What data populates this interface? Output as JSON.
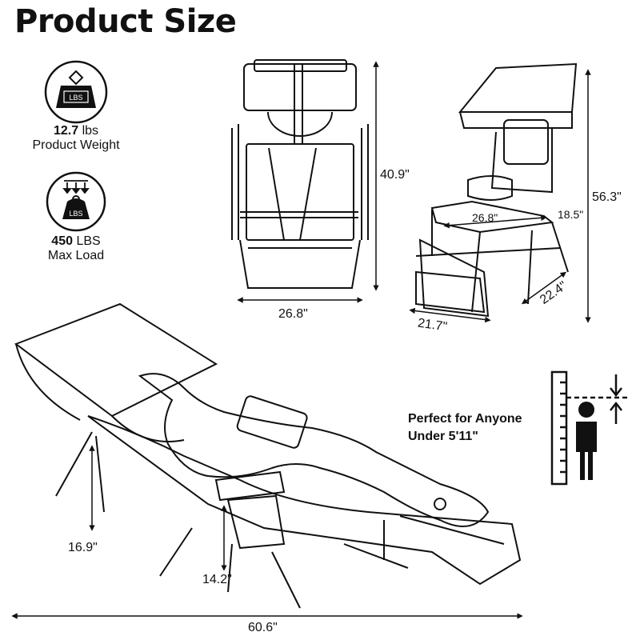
{
  "title": "Product Size",
  "specs": {
    "weight": {
      "value": "12.7",
      "unit": "lbs",
      "label": "Product Weight",
      "icon_text": "LBS"
    },
    "load": {
      "value": "450",
      "unit": "LBS",
      "label": "Max Load",
      "icon_text": "LBS"
    }
  },
  "front_view": {
    "height": "40.9\"",
    "width": "26.8\""
  },
  "angled_view": {
    "height": "56.3\"",
    "width": "26.8\"",
    "arm_height": "18.5\"",
    "depth": "22.4\"",
    "base": "21.7\""
  },
  "side_view": {
    "seat_height": "16.9\"",
    "leg": "14.2\"",
    "length": "60.6\""
  },
  "height_note": {
    "line1": "Perfect for Anyone",
    "line2": "Under 5'11\""
  }
}
